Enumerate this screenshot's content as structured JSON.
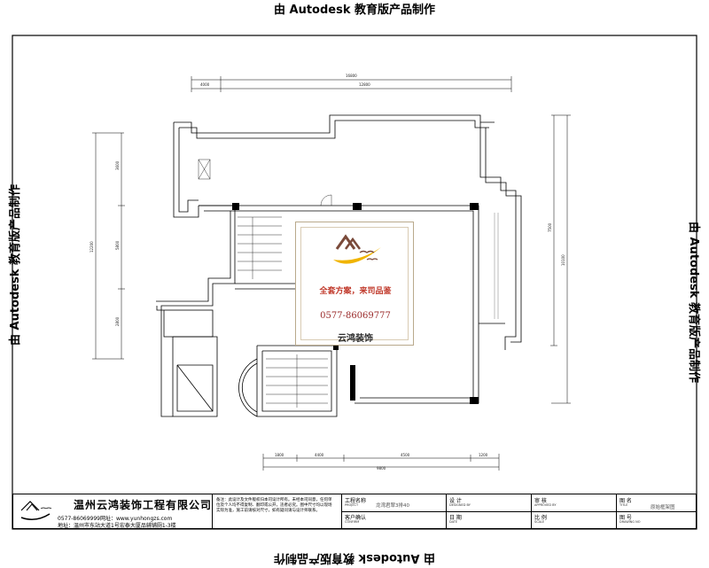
{
  "watermark": "由 Autodesk 教育版产品制作",
  "dimensions": {
    "top_total": "16800",
    "top_left": "4000",
    "top_right": "12800",
    "left_1": "3600",
    "left_2": "5800",
    "left_3": "2800",
    "left_total": "12200",
    "right_1": "7500",
    "right_total": "10100",
    "bottom_1": "1800",
    "bottom_2": "4400",
    "bottom_3": "4500",
    "bottom_4": "1200",
    "bottom_total": "9800"
  },
  "logo": {
    "slogan": "全套方案，来司品鉴",
    "phone": "0577-86069777",
    "name": "云鸿装饰"
  },
  "title_block": {
    "company_name": "温州云鸿装饰工程有限公司",
    "company_phone": "0577-86069999网址：www.yunhongzs.com",
    "company_address": "地址：温州市东站大道1号宏泰大厦品辅铺厕1-3楼",
    "note": "备注：此设计及文件版权归本司设计所有。未经本司同意，任何单位及个人均不得复制、翻印或公开，违者必究。图中尺寸均以现场实际为准，施工前请核对尺寸，如有疑问请与设计师联系。",
    "project_label": "工程名称",
    "project_label_en": "PROJECT",
    "project_value": "龙湾君翠3排40",
    "client_label": "客户确认",
    "client_label_en": "CONFIRM",
    "designer_label": "设 计",
    "designer_label_en": "DESIGNED BY",
    "date_label": "日 期",
    "date_label_en": "DATE",
    "approved_label": "审 核",
    "approved_label_en": "APPROVED BY",
    "scale_label": "比 例",
    "scale_label_en": "SCALE",
    "title_label": "图 名",
    "title_label_en": "TITLE",
    "title_value": "原始框架图",
    "drawing_no_label": "图 号",
    "drawing_no_label_en": "DRAWING NO"
  }
}
